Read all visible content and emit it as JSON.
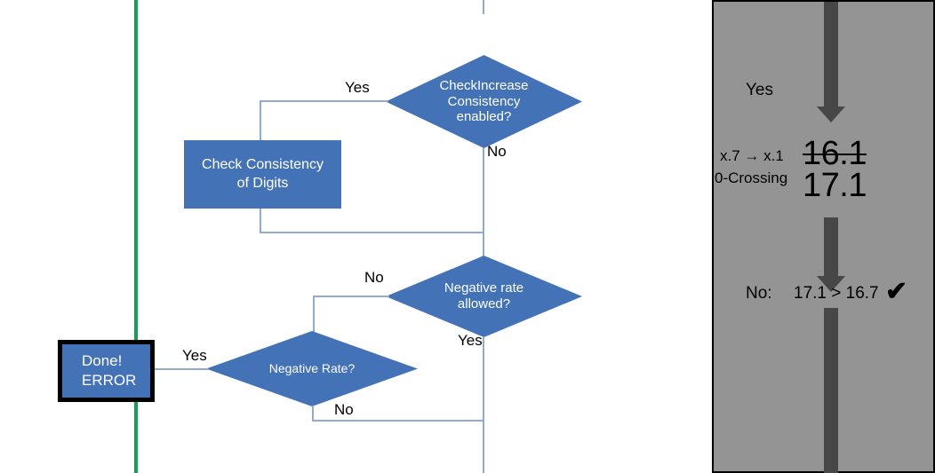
{
  "flowchart": {
    "nodes": {
      "check_increase_decision": "CheckIncrease Consistency enabled?",
      "check_increase_decision_l1": "CheckIncrease",
      "check_increase_decision_l2": "Consistency",
      "check_increase_decision_l3": "enabled?",
      "check_consistency_process_l1": "Check Consistency",
      "check_consistency_process_l2": "of Digits",
      "negative_rate_allowed_l1": "Negative rate",
      "negative_rate_allowed_l2": "allowed?",
      "negative_rate_decision": "Negative Rate?",
      "done_error_l1": "Done!",
      "done_error_l2": "ERROR"
    },
    "edge_labels": {
      "check_increase_yes": "Yes",
      "check_increase_no": "No",
      "negative_rate_allowed_no": "No",
      "negative_rate_allowed_yes": "Yes",
      "negative_rate_yes": "Yes",
      "negative_rate_no": "No"
    },
    "colors": {
      "node_fill": "#4472b7",
      "connector": "#8fabd4",
      "marker_line": "#14a055",
      "error_border": "#000000"
    }
  },
  "right_panel": {
    "yes_label": "Yes",
    "transition_label": "x.7 → x.1",
    "zero_crossing_label": "0-Crossing",
    "value_struck": "16.1",
    "value_current": "17.1",
    "comparison_prefix": "No:",
    "comparison": "17.1 > 16.7",
    "check_glyph": "✔",
    "colors": {
      "background": "#949494",
      "arrow": "#474747",
      "border": "#000000"
    }
  }
}
